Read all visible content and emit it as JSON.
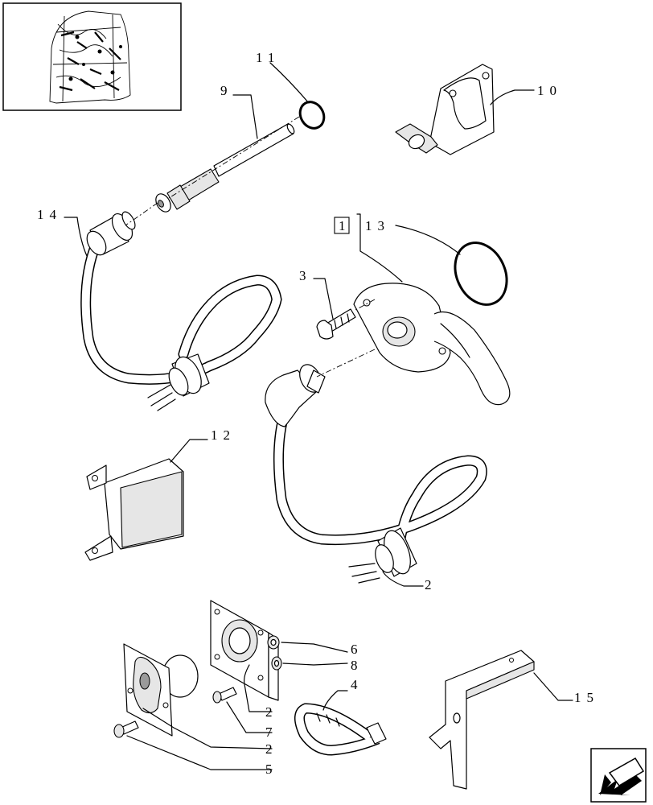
{
  "callouts": {
    "c1": "1",
    "c2a": "2",
    "c2b": "2",
    "c2c": "2",
    "c3": "3",
    "c4": "4",
    "c5": "5",
    "c6": "6",
    "c7": "7",
    "c8": "8",
    "c9": "9",
    "c10": "10",
    "c11": "11",
    "c12": "12",
    "c13": "13",
    "c14": "14",
    "c15": "15"
  },
  "icons": {
    "thumbnail": "tractor-cab-wiring-thumbnail",
    "navigation": "next-page-arrow-icon"
  }
}
